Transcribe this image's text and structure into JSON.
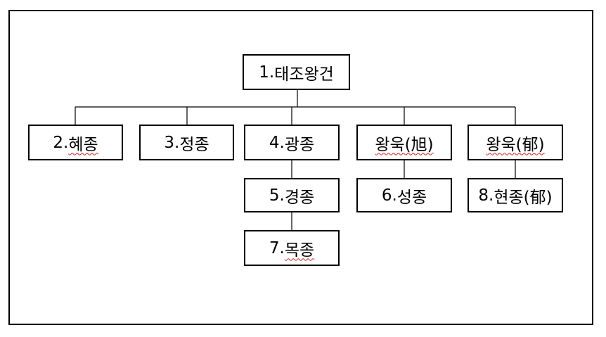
{
  "diagram": {
    "nodes": [
      {
        "id": "n1",
        "prefix": "1.",
        "label": "태조왕건",
        "flag": false
      },
      {
        "id": "n2",
        "prefix": "2.",
        "label": "혜종",
        "flag": true
      },
      {
        "id": "n3",
        "prefix": "3.",
        "label": "정종",
        "flag": false
      },
      {
        "id": "n4",
        "prefix": "4.",
        "label": "광종",
        "flag": false
      },
      {
        "id": "n5",
        "prefix": "",
        "label": "왕욱(旭)",
        "flag": true
      },
      {
        "id": "n6",
        "prefix": "",
        "label": "왕욱(郁)",
        "flag": true
      },
      {
        "id": "n7",
        "prefix": "5.",
        "label": "경종",
        "flag": false
      },
      {
        "id": "n8",
        "prefix": "6.",
        "label": "성종",
        "flag": false
      },
      {
        "id": "n9",
        "prefix": "8.",
        "label": "현종(郁)",
        "flag": false
      },
      {
        "id": "n10",
        "prefix": "7.",
        "label": "목종",
        "flag": true
      }
    ],
    "edges": [
      [
        "n1",
        "n2"
      ],
      [
        "n1",
        "n3"
      ],
      [
        "n1",
        "n4"
      ],
      [
        "n1",
        "n5"
      ],
      [
        "n1",
        "n6"
      ],
      [
        "n4",
        "n7"
      ],
      [
        "n7",
        "n10"
      ],
      [
        "n5",
        "n8"
      ],
      [
        "n6",
        "n9"
      ]
    ],
    "colors": {
      "border": "#000000",
      "spellcheck_underline": "#e02020"
    }
  }
}
